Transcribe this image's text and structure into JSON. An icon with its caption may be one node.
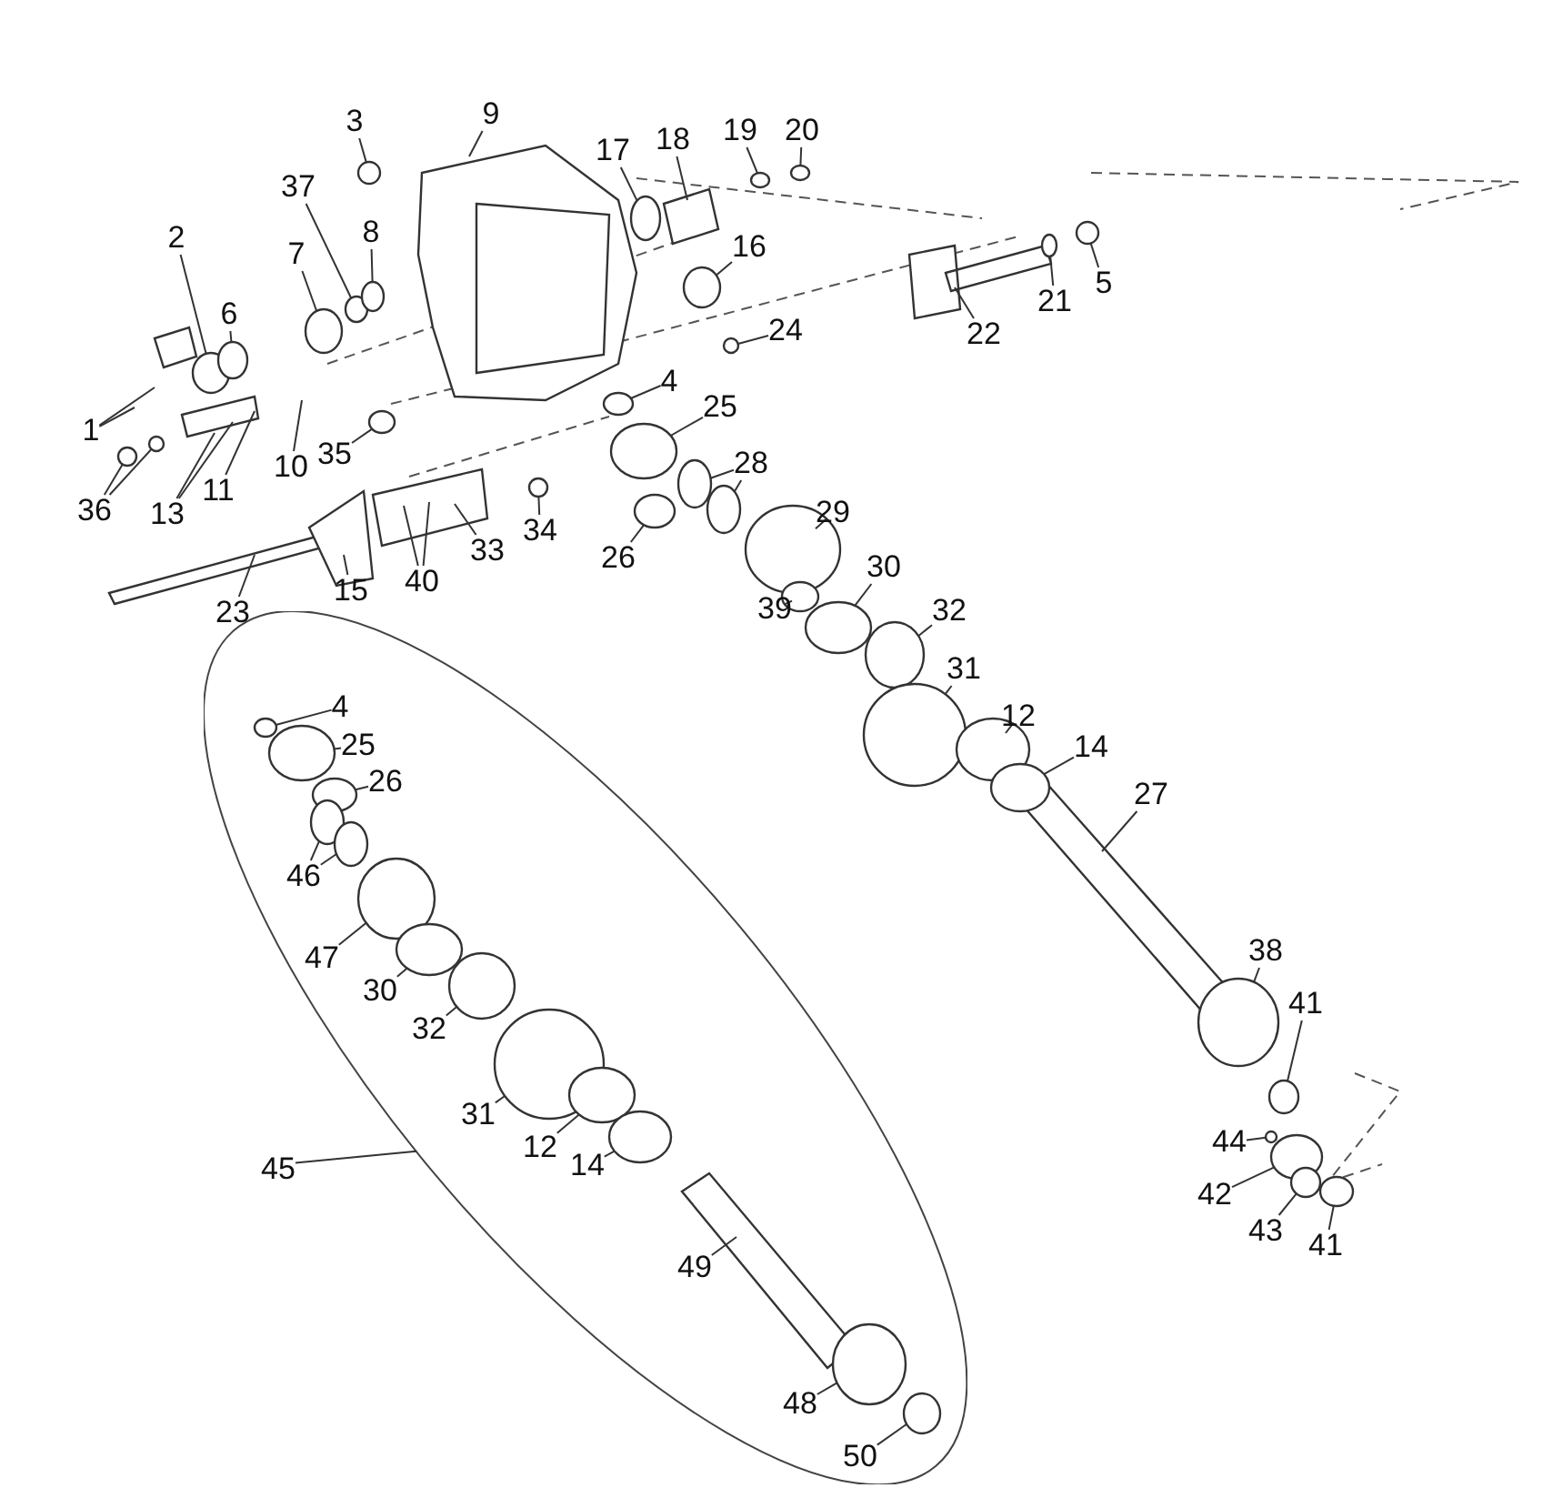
{
  "diagram": {
    "nodes": [
      {
        "text": [
          "3"
        ]
      },
      {
        "text": [
          "9"
        ]
      },
      {
        "text": [
          "20"
        ]
      },
      {
        "text": [
          "19"
        ]
      },
      {
        "text": [
          "18"
        ]
      },
      {
        "text": [
          "17"
        ]
      },
      {
        "text": [
          "37"
        ]
      },
      {
        "text": [
          "2"
        ]
      },
      {
        "text": [
          "8"
        ]
      },
      {
        "text": [
          "7"
        ]
      },
      {
        "text": [
          "16"
        ]
      },
      {
        "text": [
          "6"
        ]
      },
      {
        "text": [
          "5"
        ]
      },
      {
        "text": [
          "21"
        ]
      },
      {
        "text": [
          "22"
        ]
      },
      {
        "text": [
          "24"
        ]
      },
      {
        "text": [
          "4"
        ]
      },
      {
        "text": [
          "1"
        ]
      },
      {
        "text": [
          "25"
        ]
      },
      {
        "text": [
          "10"
        ]
      },
      {
        "text": [
          "35"
        ]
      },
      {
        "text": [
          "36"
        ]
      },
      {
        "text": [
          "13"
        ]
      },
      {
        "text": [
          "11"
        ]
      },
      {
        "text": [
          "28"
        ]
      },
      {
        "text": [
          "34"
        ]
      },
      {
        "text": [
          "33"
        ]
      },
      {
        "text": [
          "26"
        ]
      },
      {
        "text": [
          "29"
        ]
      },
      {
        "text": [
          "40"
        ]
      },
      {
        "text": [
          "15"
        ]
      },
      {
        "text": [
          "23"
        ]
      },
      {
        "text": [
          "30"
        ]
      },
      {
        "text": [
          "32"
        ]
      },
      {
        "text": [
          "39"
        ]
      },
      {
        "text": [
          "31"
        ]
      },
      {
        "text": [
          "12"
        ]
      },
      {
        "text": [
          "14"
        ]
      },
      {
        "text": [
          "27"
        ]
      },
      {
        "text": [
          "38"
        ]
      },
      {
        "text": [
          "41"
        ]
      },
      {
        "text": [
          "44"
        ]
      },
      {
        "text": [
          "42"
        ]
      },
      {
        "text": [
          "43"
        ]
      },
      {
        "text": [
          "41"
        ]
      },
      {
        "text": [],
        "shape": "ellipse"
      },
      {
        "text": [
          "4"
        ],
        "in": 45
      },
      {
        "text": [
          "25"
        ],
        "in": 45
      },
      {
        "text": [
          "26"
        ],
        "in": 45
      },
      {
        "text": [
          "46"
        ],
        "in": 45
      },
      {
        "text": [
          "47"
        ],
        "in": 45
      },
      {
        "text": [
          "30"
        ],
        "in": 45
      },
      {
        "text": [
          "32"
        ],
        "in": 45
      },
      {
        "text": [
          "31"
        ],
        "in": 45
      },
      {
        "text": [
          "12"
        ],
        "in": 45
      },
      {
        "text": [
          "14"
        ],
        "in": 45
      },
      {
        "text": [
          "45"
        ]
      },
      {
        "text": [
          "49"
        ],
        "in": 45
      },
      {
        "text": [
          "48"
        ],
        "in": 45
      },
      {
        "text": [
          "50"
        ],
        "in": 45
      },
      {
        "text": [],
        "shape": "ellipse"
      },
      {
        "text": [],
        "shape": "ellipse"
      },
      {
        "text": [],
        "shape": "ellipse"
      },
      {
        "text": [],
        "shape": "ellipse"
      },
      {
        "text": [],
        "shape": "ellipse"
      },
      {
        "text": [],
        "shape": "ellipse"
      },
      {
        "text": [],
        "shape": "ellipse"
      },
      {
        "text": [],
        "shape": "ellipse"
      },
      {
        "text": [],
        "shape": "ellipse"
      },
      {
        "text": [],
        "shape": "ellipse"
      },
      {
        "text": [],
        "shape": "ellipse"
      },
      {
        "text": [],
        "shape": "ellipse"
      },
      {
        "text": [],
        "shape": "ellipse"
      },
      {
        "text": [],
        "shape": "ellipse"
      },
      {
        "text": [],
        "shape": "ellipse"
      },
      {
        "text": [],
        "shape": "ellipse"
      },
      {
        "text": [],
        "shape": "ellipse"
      },
      {
        "text": [],
        "shape": "ellipse"
      },
      {
        "text": [],
        "shape": "ellipse"
      },
      {
        "text": [],
        "shape": "ellipse"
      },
      {
        "text": [],
        "shape": "ellipse"
      },
      {
        "text": [],
        "shape": "ellipse"
      },
      {
        "text": [],
        "shape": "ellipse"
      },
      {
        "text": [],
        "shape": "ellipse"
      },
      {
        "text": [],
        "shape": "ellipse"
      },
      {
        "text": [],
        "shape": "ellipse"
      },
      {
        "text": [],
        "shape": "ellipse"
      },
      {
        "text": [],
        "shape": "ellipse"
      },
      {
        "text": [],
        "shape": "ellipse"
      },
      {
        "text": [],
        "shape": "ellipse"
      },
      {
        "text": [],
        "shape": "ellipse"
      },
      {
        "text": [],
        "shape": "ellipse"
      },
      {
        "text": [],
        "shape": "ellipse"
      },
      {
        "text": [],
        "shape": "ellipse"
      },
      {
        "text": [],
        "shape": "ellipse"
      },
      {
        "text": [],
        "shape": "ellipse",
        "in": 45
      },
      {
        "text": [],
        "shape": "ellipse",
        "in": 45
      },
      {
        "text": [],
        "shape": "ellipse",
        "in": 45
      },
      {
        "text": [],
        "shape": "ellipse",
        "in": 45
      },
      {
        "text": [],
        "shape": "ellipse",
        "in": 45
      },
      {
        "text": [],
        "shape": "ellipse",
        "in": 45
      },
      {
        "text": [],
        "shape": "ellipse",
        "in": 45
      },
      {
        "text": [],
        "shape": "ellipse",
        "in": 45
      },
      {
        "text": [],
        "shape": "ellipse",
        "in": 45
      },
      {
        "text": [],
        "shape": "ellipse",
        "in": 45
      },
      {
        "text": [],
        "shape": "ellipse",
        "in": 45
      },
      {
        "text": [],
        "shape": "ellipse",
        "in": 45
      },
      {
        "text": [],
        "shape": "ellipse",
        "in": 45
      }
    ],
    "edges": [
      {
        "from": 0,
        "to": 60,
        "arrow": "none"
      },
      {
        "from": 1,
        "to": null,
        "arrow": "none"
      },
      {
        "from": 2,
        "to": 61,
        "arrow": "none"
      },
      {
        "from": 3,
        "to": 62,
        "arrow": "none"
      },
      {
        "from": 4,
        "to": null,
        "arrow": "none"
      },
      {
        "from": 5,
        "to": 63,
        "arrow": "none"
      },
      {
        "from": 6,
        "to": 64,
        "arrow": "none"
      },
      {
        "from": 7,
        "to": 65,
        "arrow": "none"
      },
      {
        "from": 8,
        "to": 66,
        "arrow": "none"
      },
      {
        "from": 9,
        "to": 67,
        "arrow": "none"
      },
      {
        "from": 10,
        "to": 68,
        "arrow": "none"
      },
      {
        "from": 11,
        "to": 69,
        "arrow": "none"
      },
      {
        "from": 12,
        "to": 70,
        "arrow": "none"
      },
      {
        "from": 13,
        "to": 71,
        "arrow": "none"
      },
      {
        "from": 14,
        "to": null,
        "arrow": "none"
      },
      {
        "from": 15,
        "to": 72,
        "arrow": "none"
      },
      {
        "from": 16,
        "to": 73,
        "arrow": "none"
      },
      {
        "from": 17,
        "to": null,
        "arrow": "none"
      },
      {
        "from": 17,
        "to": null,
        "arrow": "none"
      },
      {
        "from": 18,
        "to": 74,
        "arrow": "none"
      },
      {
        "from": 19,
        "to": null,
        "arrow": "none"
      },
      {
        "from": 20,
        "to": 75,
        "arrow": "none"
      },
      {
        "from": 21,
        "to": 76,
        "arrow": "none"
      },
      {
        "from": 21,
        "to": 77,
        "arrow": "none"
      },
      {
        "from": 22,
        "to": null,
        "arrow": "none"
      },
      {
        "from": 22,
        "to": null,
        "arrow": "none"
      },
      {
        "from": 23,
        "to": null,
        "arrow": "none"
      },
      {
        "from": 24,
        "to": 78,
        "arrow": "none"
      },
      {
        "from": 24,
        "to": 79,
        "arrow": "none"
      },
      {
        "from": 25,
        "to": 80,
        "arrow": "none"
      },
      {
        "from": 26,
        "to": null,
        "arrow": "none"
      },
      {
        "from": 27,
        "to": 81,
        "arrow": "none"
      },
      {
        "from": 28,
        "to": 82,
        "arrow": "none"
      },
      {
        "from": 29,
        "to": null,
        "arrow": "none"
      },
      {
        "from": 29,
        "to": null,
        "arrow": "none"
      },
      {
        "from": 30,
        "to": null,
        "arrow": "none"
      },
      {
        "from": 31,
        "to": null,
        "arrow": "none"
      },
      {
        "from": 32,
        "to": 83,
        "arrow": "none"
      },
      {
        "from": 33,
        "to": 84,
        "arrow": "none"
      },
      {
        "from": 34,
        "to": 85,
        "arrow": "none"
      },
      {
        "from": 35,
        "to": 86,
        "arrow": "none"
      },
      {
        "from": 36,
        "to": 87,
        "arrow": "none"
      },
      {
        "from": 37,
        "to": 88,
        "arrow": "none"
      },
      {
        "from": 38,
        "to": null,
        "arrow": "none"
      },
      {
        "from": 39,
        "to": 89,
        "arrow": "none"
      },
      {
        "from": 40,
        "to": 90,
        "arrow": "none"
      },
      {
        "from": 41,
        "to": 91,
        "arrow": "none"
      },
      {
        "from": 42,
        "to": 92,
        "arrow": "none"
      },
      {
        "from": 43,
        "to": 93,
        "arrow": "none"
      },
      {
        "from": 44,
        "to": 94,
        "arrow": "none"
      },
      {
        "from": 46,
        "to": 95,
        "arrow": "none"
      },
      {
        "from": 47,
        "to": 96,
        "arrow": "none"
      },
      {
        "from": 48,
        "to": 97,
        "arrow": "none"
      },
      {
        "from": 49,
        "to": 98,
        "arrow": "none"
      },
      {
        "from": 49,
        "to": 99,
        "arrow": "none"
      },
      {
        "from": 50,
        "to": 100,
        "arrow": "none"
      },
      {
        "from": 51,
        "to": 101,
        "arrow": "none"
      },
      {
        "from": 52,
        "to": 102,
        "arrow": "none"
      },
      {
        "from": 53,
        "to": 103,
        "arrow": "none"
      },
      {
        "from": 54,
        "to": 104,
        "arrow": "none"
      },
      {
        "from": 55,
        "to": 105,
        "arrow": "none"
      },
      {
        "from": 56,
        "to": 45,
        "arrow": "none"
      },
      {
        "from": 57,
        "to": null,
        "arrow": "none"
      },
      {
        "from": 58,
        "to": 106,
        "arrow": "none"
      },
      {
        "from": 59,
        "to": 107,
        "arrow": "none"
      }
    ]
  }
}
